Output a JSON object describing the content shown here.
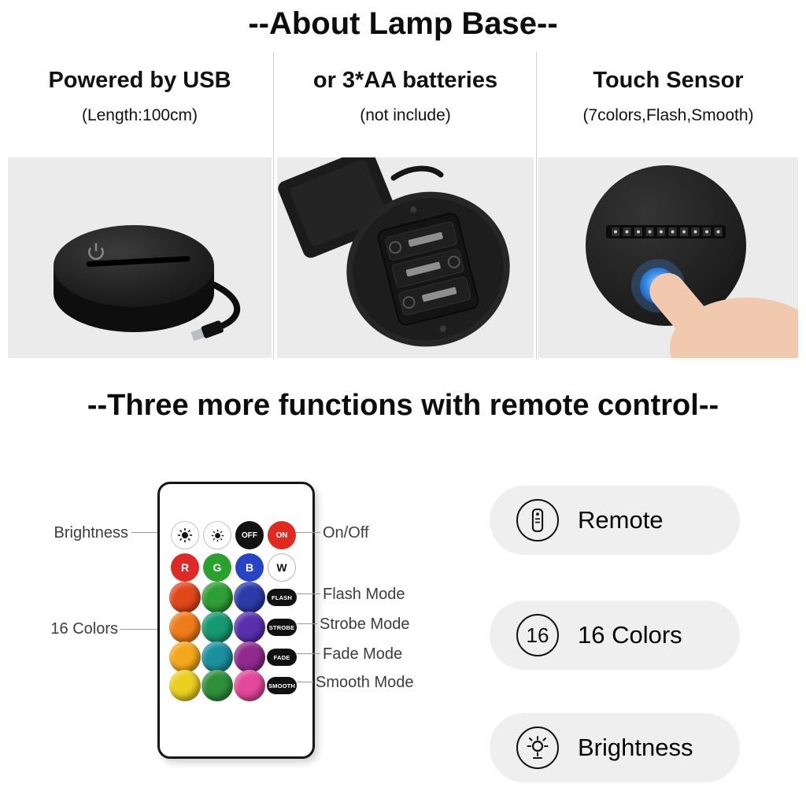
{
  "titles": {
    "about": "--About Lamp Base--",
    "functions": "--Three more functions with remote control--"
  },
  "features": [
    {
      "heading": "Powered by USB",
      "sub": "(Length:100cm)",
      "photo": "usb-powered-lamp-base"
    },
    {
      "heading": "or 3*AA batteries",
      "sub": "(not include)",
      "photo": "battery-compartment-lamp-base"
    },
    {
      "heading": "Touch Sensor",
      "sub": "(7colors,Flash,Smooth)",
      "photo": "finger-touch-lamp-base"
    }
  ],
  "remote": {
    "keys": {
      "off": "OFF",
      "on": "ON",
      "r": "R",
      "g": "G",
      "b": "B",
      "w": "W"
    },
    "key_colors": {
      "on": "#e02a20",
      "r": "#dd2a24",
      "g": "#2aa12d",
      "b": "#2744c6"
    },
    "mode_buttons": [
      "FLASH",
      "STROBE",
      "FADE",
      "SMOOTH"
    ],
    "color_grid": [
      "#e0481a",
      "#2f9e34",
      "#2c3ba8",
      "#ef7c1a",
      "#169970",
      "#5a2fae",
      "#f2a71c",
      "#1b8f9e",
      "#8f2b8e",
      "#e9cf20",
      "#2f8f3a",
      "#e2499a"
    ],
    "icons": [
      "brightness-sun",
      "brightness-sun"
    ]
  },
  "callouts": {
    "brightness": "Brightness",
    "on_off": "On/Off",
    "flash": "Flash Mode",
    "strobe": "Strobe Mode",
    "fade": "Fade Mode",
    "smooth": "Smooth Mode",
    "colors16": "16 Colors"
  },
  "badges": [
    {
      "icon": "remote-icon",
      "label": "Remote"
    },
    {
      "icon": "count-16-badge",
      "icon_text": "16",
      "label": "16 Colors"
    },
    {
      "icon": "brightness-icon",
      "label": "Brightness"
    }
  ]
}
